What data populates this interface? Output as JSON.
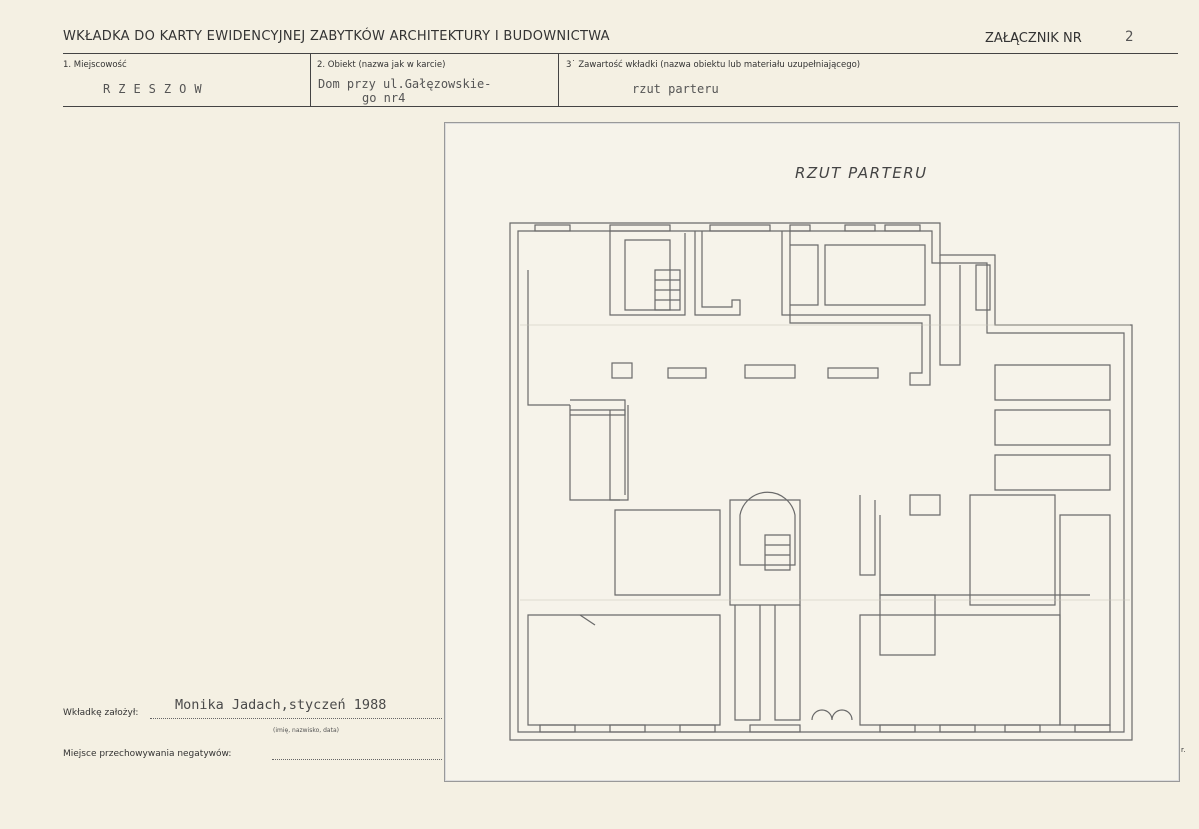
{
  "header": {
    "title": "WKŁADKA DO KARTY EWIDENCYJNEJ ZABYTKÓW ARCHITEKTURY I BUDOWNICTWA",
    "annex_label": "ZAŁĄCZNIK NR",
    "annex_number": "2"
  },
  "fields": {
    "locality_label": "1. Miejscowość",
    "locality_value": "RZESZOW",
    "object_label": "2. Obiekt (nazwa jak w karcie)",
    "object_value_line1": "Dom przy ul.Gałęzowskie-",
    "object_value_line2": "go nr4",
    "contents_label": "3˙ Zawartość wkładki (nazwa obiektu lub materiału uzupełniającego)",
    "contents_value": "rzut parteru"
  },
  "drawing": {
    "title": "RZUT PARTERU"
  },
  "footer": {
    "founded_label": "Wkładkę założył:",
    "founded_value": "Monika Jadach,styczeń 1988",
    "founded_caption": "(imię, nazwisko, data)",
    "negatives_label": "Miejsce przechowywania negatywów:",
    "trailing_mark": "r."
  }
}
